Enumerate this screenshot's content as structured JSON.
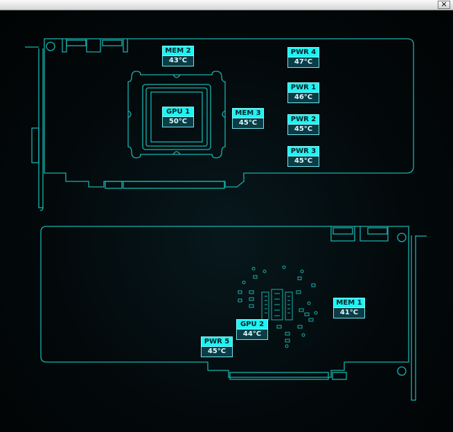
{
  "window": {
    "close_label": "✕",
    "close_icon": "close-icon"
  },
  "colors": {
    "outline": "#18b3ad",
    "label_bg": "#1ff4f4",
    "value_bg": "#0c3c45"
  },
  "sensors": {
    "mem2": {
      "name": "MEM 2",
      "temp": "43°C"
    },
    "pwr4": {
      "name": "PWR 4",
      "temp": "47°C"
    },
    "pwr1": {
      "name": "PWR 1",
      "temp": "46°C"
    },
    "gpu1": {
      "name": "GPU 1",
      "temp": "50°C"
    },
    "mem3": {
      "name": "MEM 3",
      "temp": "45°C"
    },
    "pwr2": {
      "name": "PWR 2",
      "temp": "45°C"
    },
    "pwr3": {
      "name": "PWR 3",
      "temp": "45°C"
    },
    "mem1": {
      "name": "MEM 1",
      "temp": "41°C"
    },
    "gpu2": {
      "name": "GPU 2",
      "temp": "44°C"
    },
    "pwr5": {
      "name": "PWR 5",
      "temp": "45°C"
    }
  }
}
